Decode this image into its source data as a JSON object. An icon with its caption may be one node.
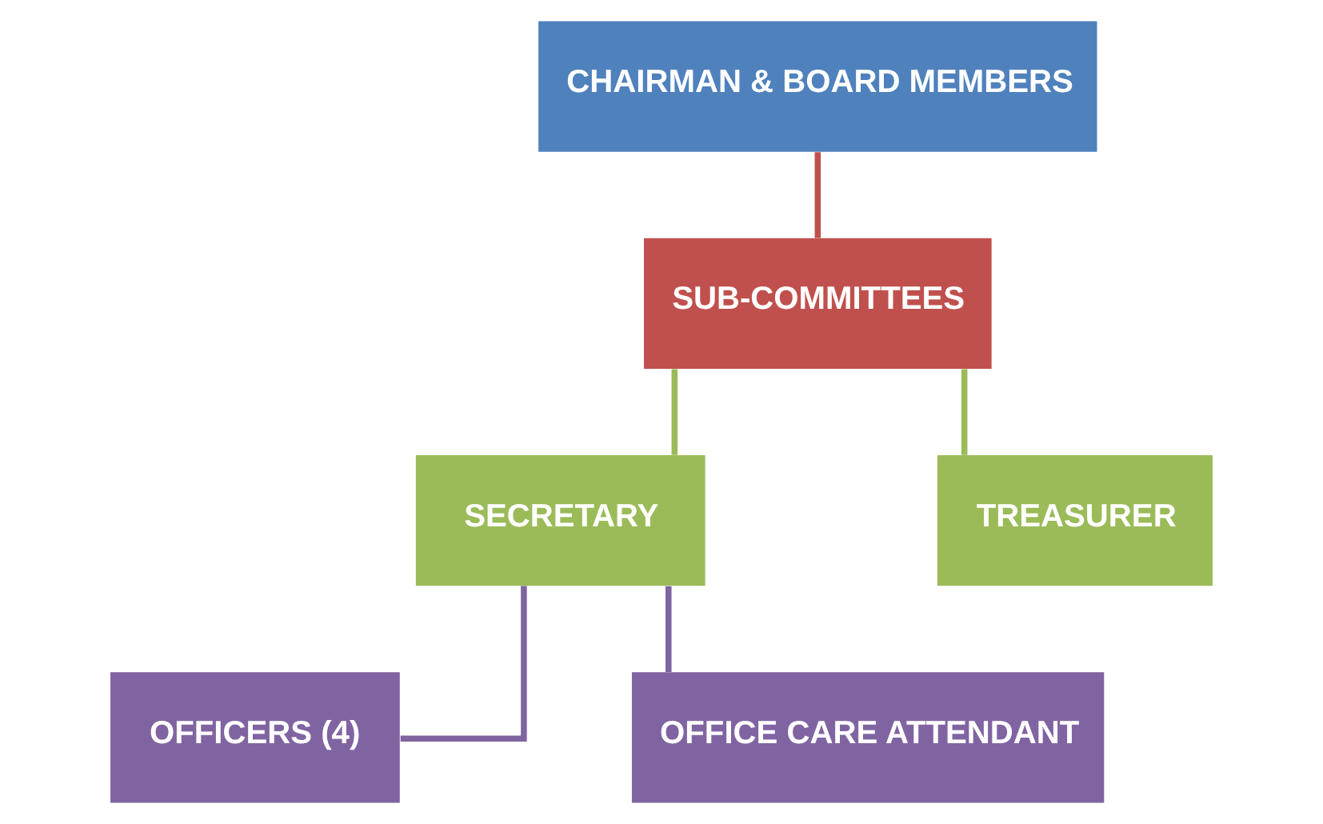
{
  "diagram": {
    "nodes": [
      {
        "text": [
          "CHAIRMAN & BOARD MEMBERS"
        ]
      },
      {
        "text": [
          "SUB-COMMITTEES"
        ]
      },
      {
        "text": [
          "SECRETARY"
        ]
      },
      {
        "text": [
          "TREASURER"
        ]
      },
      {
        "text": [
          "OFFICERS (4)"
        ]
      },
      {
        "text": [
          "OFFICE CARE ATTENDANT"
        ]
      }
    ],
    "edges": [
      {
        "from": 0,
        "to": 1,
        "arrow": "none",
        "color": "#c0504d"
      },
      {
        "from": 1,
        "to": 2,
        "arrow": "none",
        "color": "#9bbb59"
      },
      {
        "from": 1,
        "to": 3,
        "arrow": "none",
        "color": "#9bbb59"
      },
      {
        "from": 2,
        "to": 4,
        "arrow": "none",
        "color": "#8064a2"
      },
      {
        "from": 2,
        "to": 5,
        "arrow": "none",
        "color": "#8064a2"
      }
    ]
  }
}
